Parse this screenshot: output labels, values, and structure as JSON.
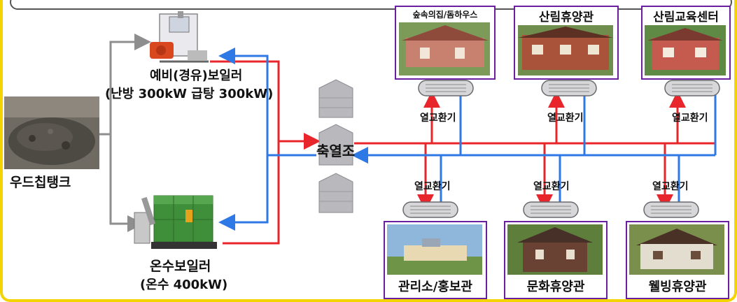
{
  "sources": {
    "woodchip_tank": "우드칩탱크",
    "oil_boiler_name": "예비(경유)보일러",
    "oil_boiler_spec": "(난방 300kW 급탕 300kW)",
    "hot_water_boiler_name": "온수보일러",
    "hot_water_boiler_spec": "(온수 400kW)"
  },
  "storage": {
    "label": "축열조"
  },
  "heat_exchanger_label": "열교환기",
  "buildings_top": [
    {
      "name": "숲속의집/돔하우스"
    },
    {
      "name": "산림휴양관"
    },
    {
      "name": "산림교육센터"
    }
  ],
  "buildings_bottom": [
    {
      "name": "관리소/홍보관"
    },
    {
      "name": "문화휴양관"
    },
    {
      "name": "웰빙휴양관"
    }
  ],
  "colors": {
    "supply": "#e8252a",
    "return": "#2f79e6",
    "feed": "#8e8e8e",
    "frame": "#f3d400",
    "photo_border": "#6a1fa0"
  }
}
